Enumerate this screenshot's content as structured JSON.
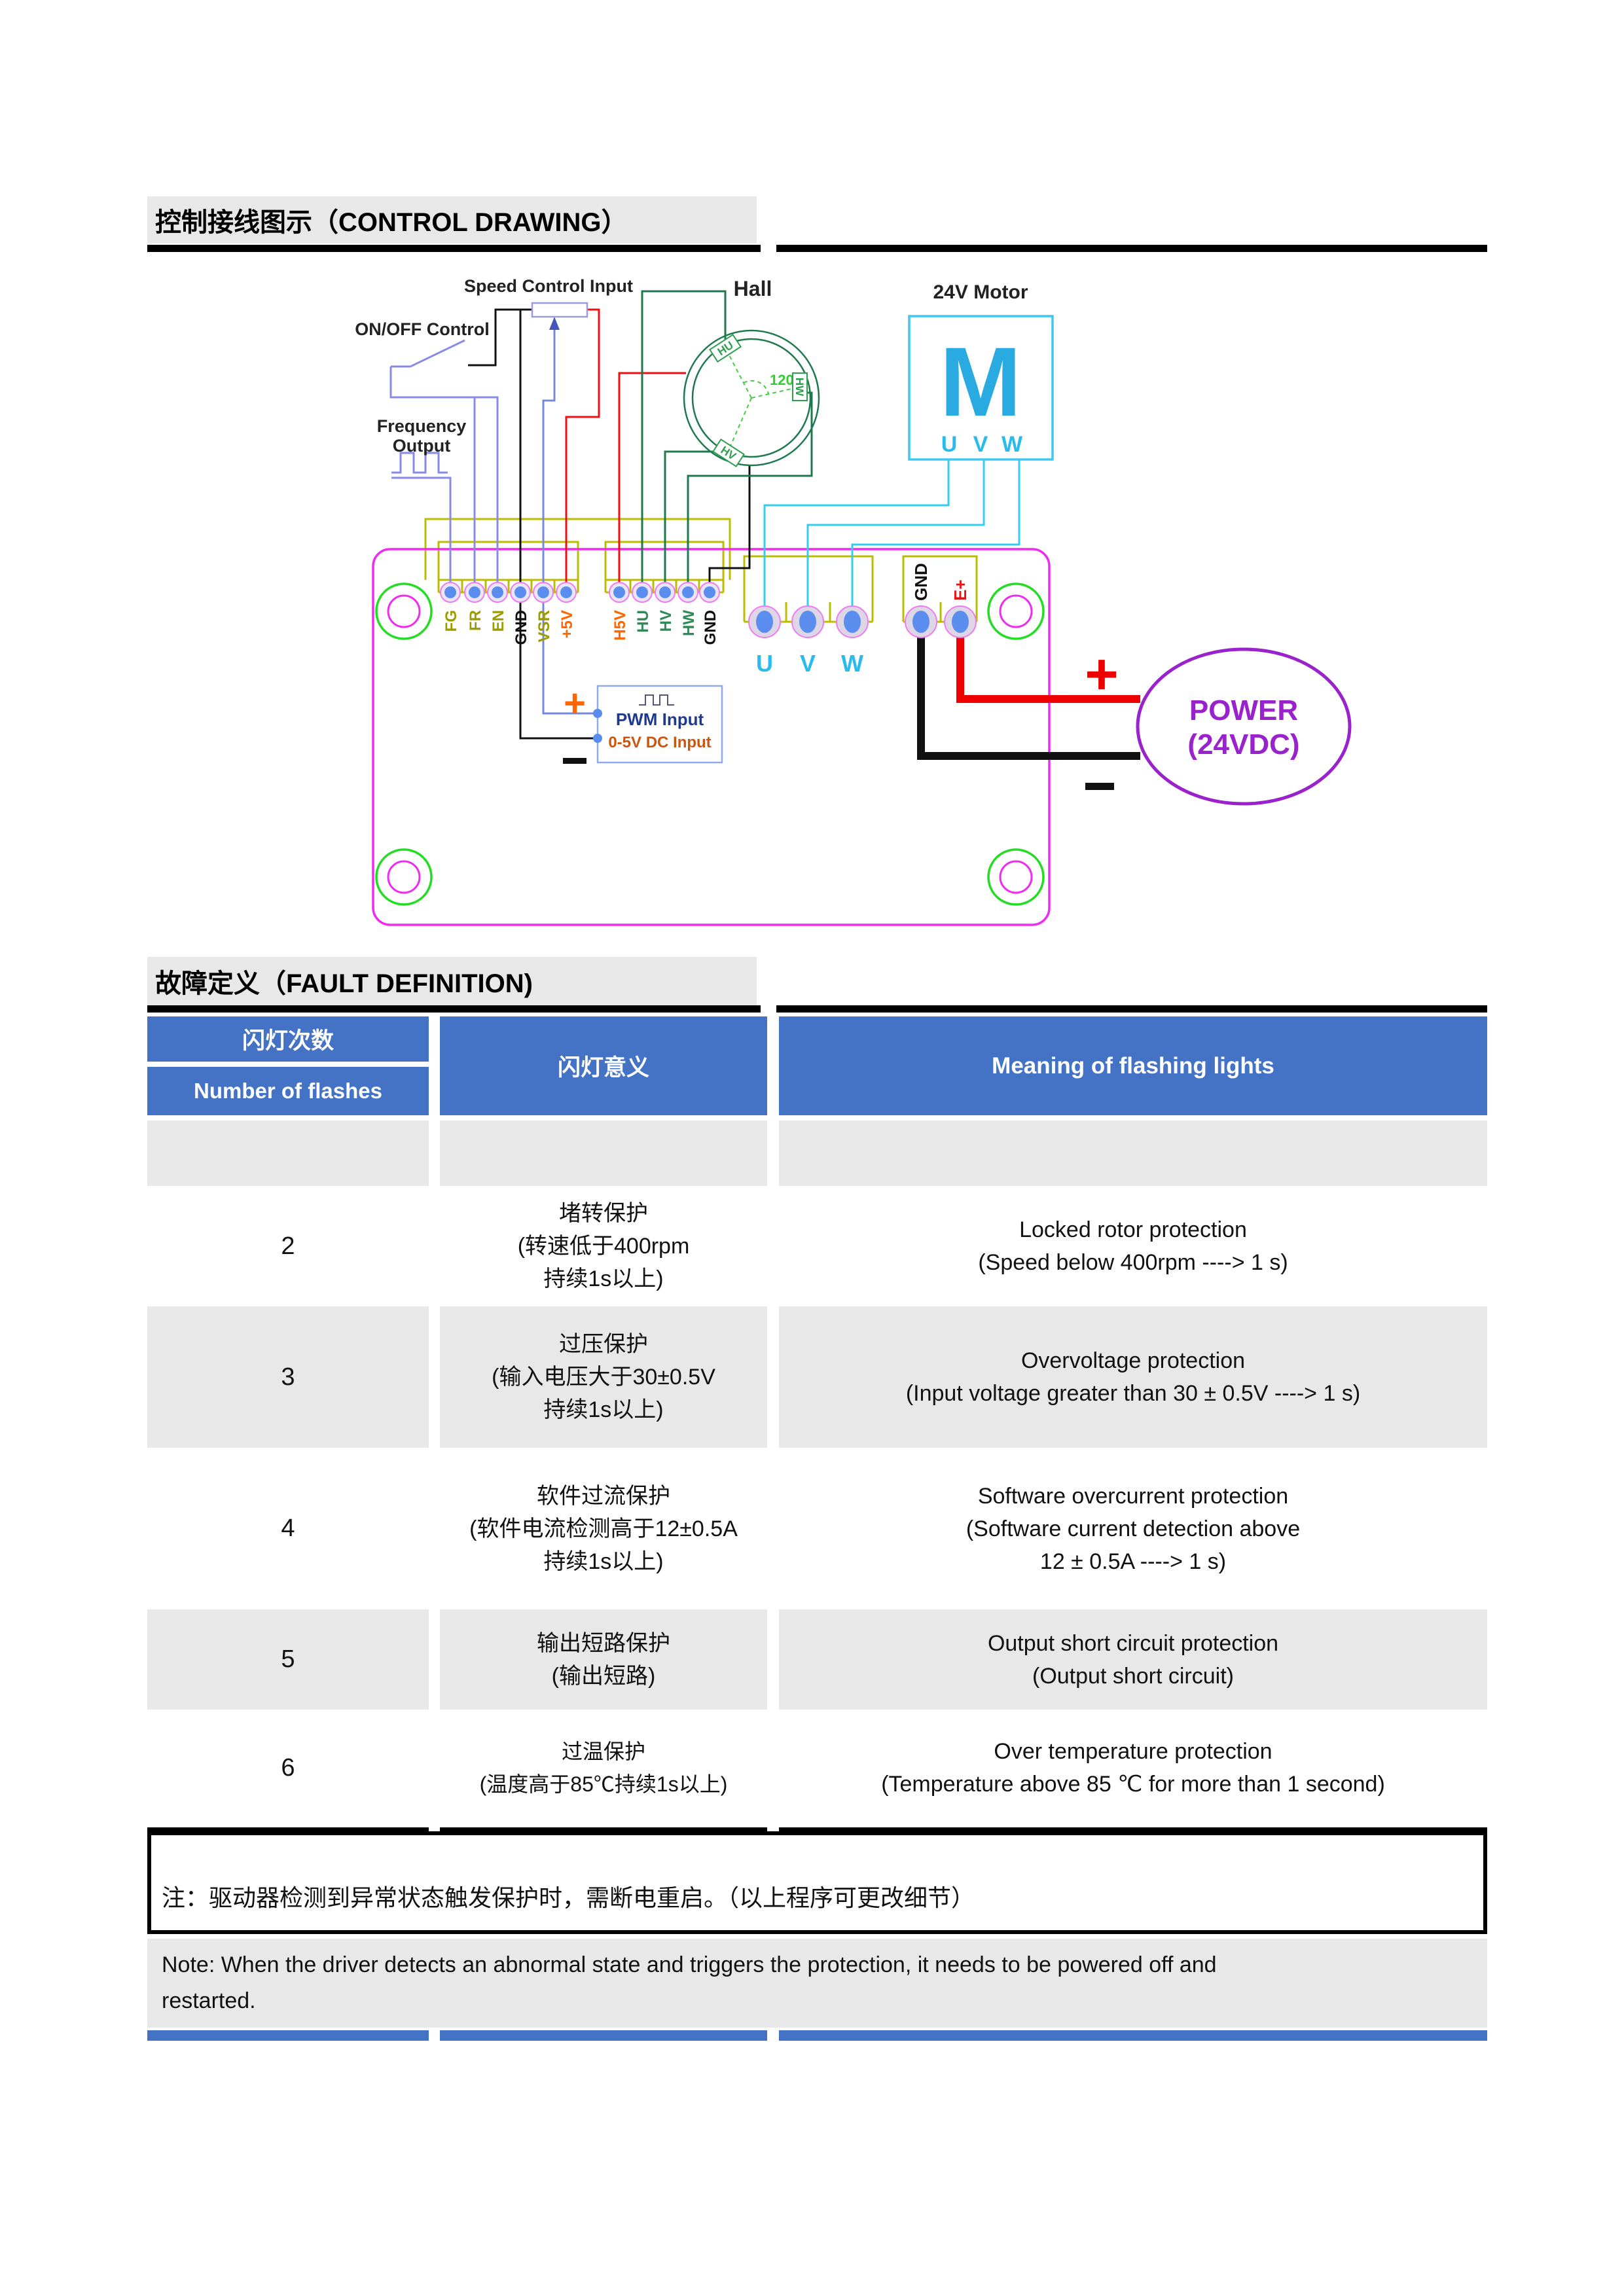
{
  "sections": {
    "control_drawing_title": "控制接线图示（CONTROL DRAWING）",
    "fault_definition_title": "故障定义（FAULT DEFINITION)"
  },
  "diagram": {
    "speed_control_input": "Speed Control Input",
    "on_off_control": "ON/OFF Control",
    "frequency_output_line1": "Frequency",
    "frequency_output_line2": "Output",
    "hall": "Hall",
    "motor_title": "24V Motor",
    "motor_letter": "M",
    "motor_terminals": [
      "U",
      "V",
      "W"
    ],
    "angle_label": "120°",
    "hall_sensors": {
      "hu": "HU",
      "hw": "HW",
      "hv": "HV"
    },
    "control_pins": [
      "FG",
      "FR",
      "EN",
      "GND",
      "VSR",
      "+5V"
    ],
    "hall_pins": [
      "H5V",
      "HU",
      "HV",
      "HW",
      "GND"
    ],
    "phase_pins": [
      "U",
      "V",
      "W"
    ],
    "power_pins": [
      "GND",
      "E+"
    ],
    "pwm_input": "PWM Input",
    "dc_input": "0-5V DC Input",
    "power_line1": "POWER",
    "power_line2": "(24VDC)",
    "plus": "+"
  },
  "fault_table": {
    "col1_header_cn": "闪灯次数",
    "col1_header_en": "Number of flashes",
    "col2_header": "闪灯意义",
    "col3_header": "Meaning of flashing lights",
    "rows": [
      {
        "flashes": "",
        "cn": "",
        "en": ""
      },
      {
        "flashes": "2",
        "cn": "堵转保护\n(转速低于400rpm\n持续1s以上)",
        "en": "Locked rotor protection\n(Speed below 400rpm ----> 1 s)"
      },
      {
        "flashes": "3",
        "cn": "过压保护\n(输入电压大于30±0.5V\n持续1s以上)",
        "en": "Overvoltage protection\n(Input voltage greater than 30 ± 0.5V ----> 1 s)"
      },
      {
        "flashes": "4",
        "cn": "软件过流保护\n(软件电流检测高于12±0.5A\n持续1s以上)",
        "en": "Software overcurrent protection\n(Software current detection above\n12 ± 0.5A ----> 1 s)"
      },
      {
        "flashes": "5",
        "cn": "输出短路保护\n(输出短路)",
        "en": "Output  short circuit protection\n(Output short circuit)"
      },
      {
        "flashes": "6",
        "cn": "过温保护\n(温度高于85℃持续1s以上)",
        "en": "Over temperature protection\n(Temperature above 85 ℃ for more than 1 second)"
      }
    ],
    "note_cn": "注：驱动器检测到异常状态触发保护时，需断电重启。（以上程序可更改细节）",
    "note_en": "Note: When the driver detects an abnormal state and triggers the protection, it needs to be powered off and\nrestarted."
  },
  "colors": {
    "header_blue": "#4472C4",
    "section_gray": "#E8E8E8",
    "board_magenta": "#F02BF0",
    "mount_hole_green": "#22DD22",
    "connector_yellow": "#BCBC00",
    "motor_cyan": "#33CCF2",
    "hall_green": "#1E7A4E",
    "hall_bright_green": "#33CC33",
    "control_periwinkle": "#8A8AE8",
    "wire_red": "#EE1111",
    "power_purple": "#9922CC",
    "pin_blue": "#5B8DEE",
    "label_olive": "#9C9C00",
    "label_orange": "#FF6600"
  }
}
